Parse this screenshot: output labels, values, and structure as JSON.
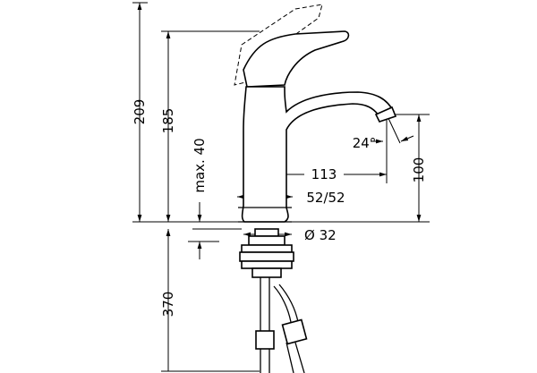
{
  "dimensions": {
    "height_total": "209",
    "height_spout": "185",
    "max_thickness": "max. 40",
    "reach": "113",
    "spout_height": "100",
    "angle": "24°",
    "handle_width": "52/52",
    "bore_diameter": "Ø 32",
    "hose_length": "370"
  }
}
